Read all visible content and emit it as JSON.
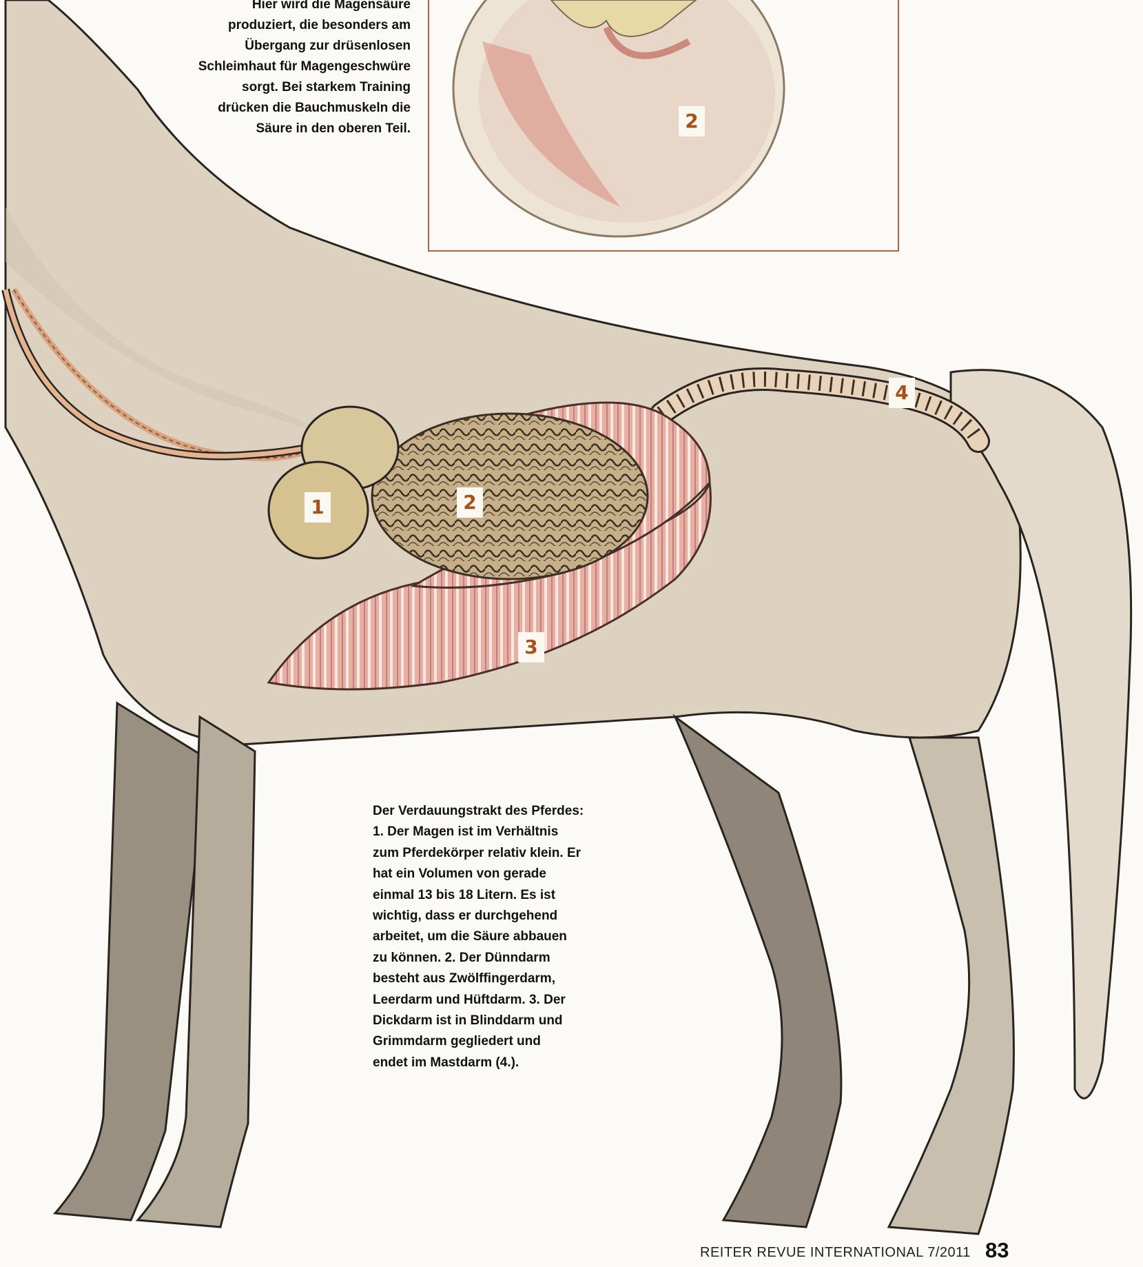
{
  "top_caption": {
    "lines": [
      "Hier wird die Magensäure",
      "produziert, die besonders am",
      "Übergang zur drüsenlosen",
      "Schleimhaut für Magengeschwüre",
      "sorgt. Bei starkem Training",
      "drücken die Bauchmuskeln die",
      "Säure in den oberen Teil."
    ]
  },
  "labels": {
    "stomach_inset": "2",
    "stomach": "1",
    "small_intestine": "2",
    "large_intestine": "3",
    "rectum": "4"
  },
  "main_caption": {
    "lines": [
      "Der Verdauungstrakt des Pferdes:",
      "1. Der Magen ist im Verhältnis",
      "zum Pferdekörper relativ klein. Er",
      "hat ein Volumen von gerade",
      "einmal 13 bis 18 Litern. Es ist",
      "wichtig, dass er durchgehend",
      "arbeitet, um die Säure abbauen",
      "zu können. 2. Der Dünndarm",
      "besteht aus Zwölffingerdarm,",
      "Leerdarm und Hüftdarm. 3. Der",
      "Dickdarm ist in Blinddarm und",
      "Grimmdarm gegliedert und",
      "endet im Mastdarm (4.)."
    ]
  },
  "footer": {
    "publication": "REITER REVUE INTERNATIONAL 7/2011",
    "page": "83"
  },
  "colors": {
    "label_number": "#a8501a",
    "inset_frame": "#b5643a",
    "horse_body": "#ddd2c0",
    "horse_legs": "#8f8679",
    "intestine": "#e4a69c",
    "stomach": "#d9c79c"
  }
}
